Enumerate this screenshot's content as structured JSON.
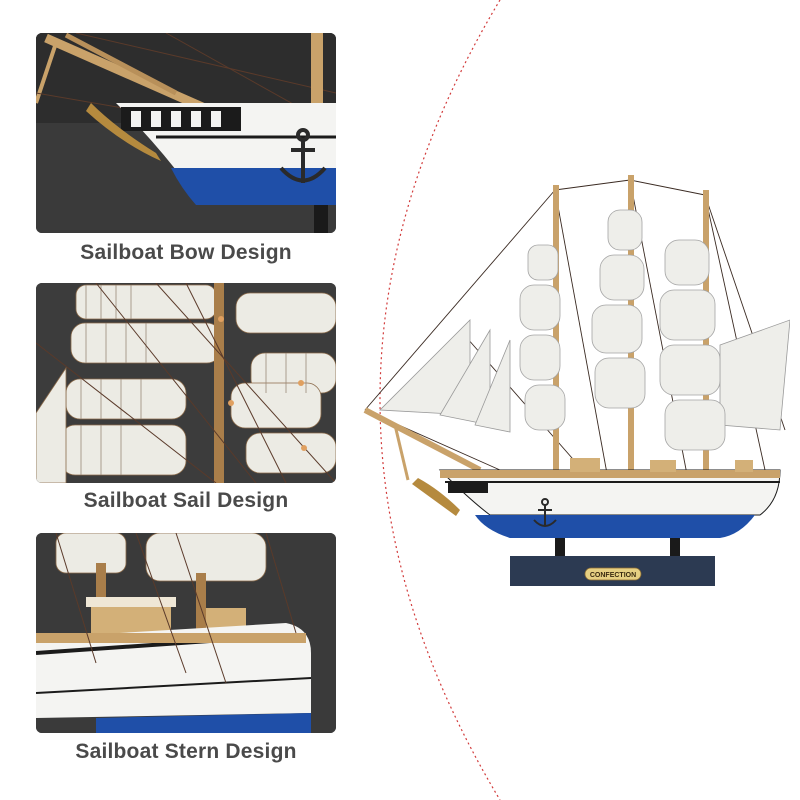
{
  "panels": [
    {
      "id": "bow",
      "caption": "Sailboat Bow Design"
    },
    {
      "id": "sail",
      "caption": "Sailboat Sail Design"
    },
    {
      "id": "stern",
      "caption": "Sailboat Stern Design"
    }
  ],
  "product": {
    "plaque_text": "CONFECTION"
  },
  "colors": {
    "divider": "#d23b3b",
    "hull_white": "#f4f4f2",
    "hull_blue": "#1f4fa8",
    "wood": "#c9a26a",
    "sail": "#eeeeea",
    "caption": "#4a4a4a",
    "stand": "#2c3a52"
  }
}
